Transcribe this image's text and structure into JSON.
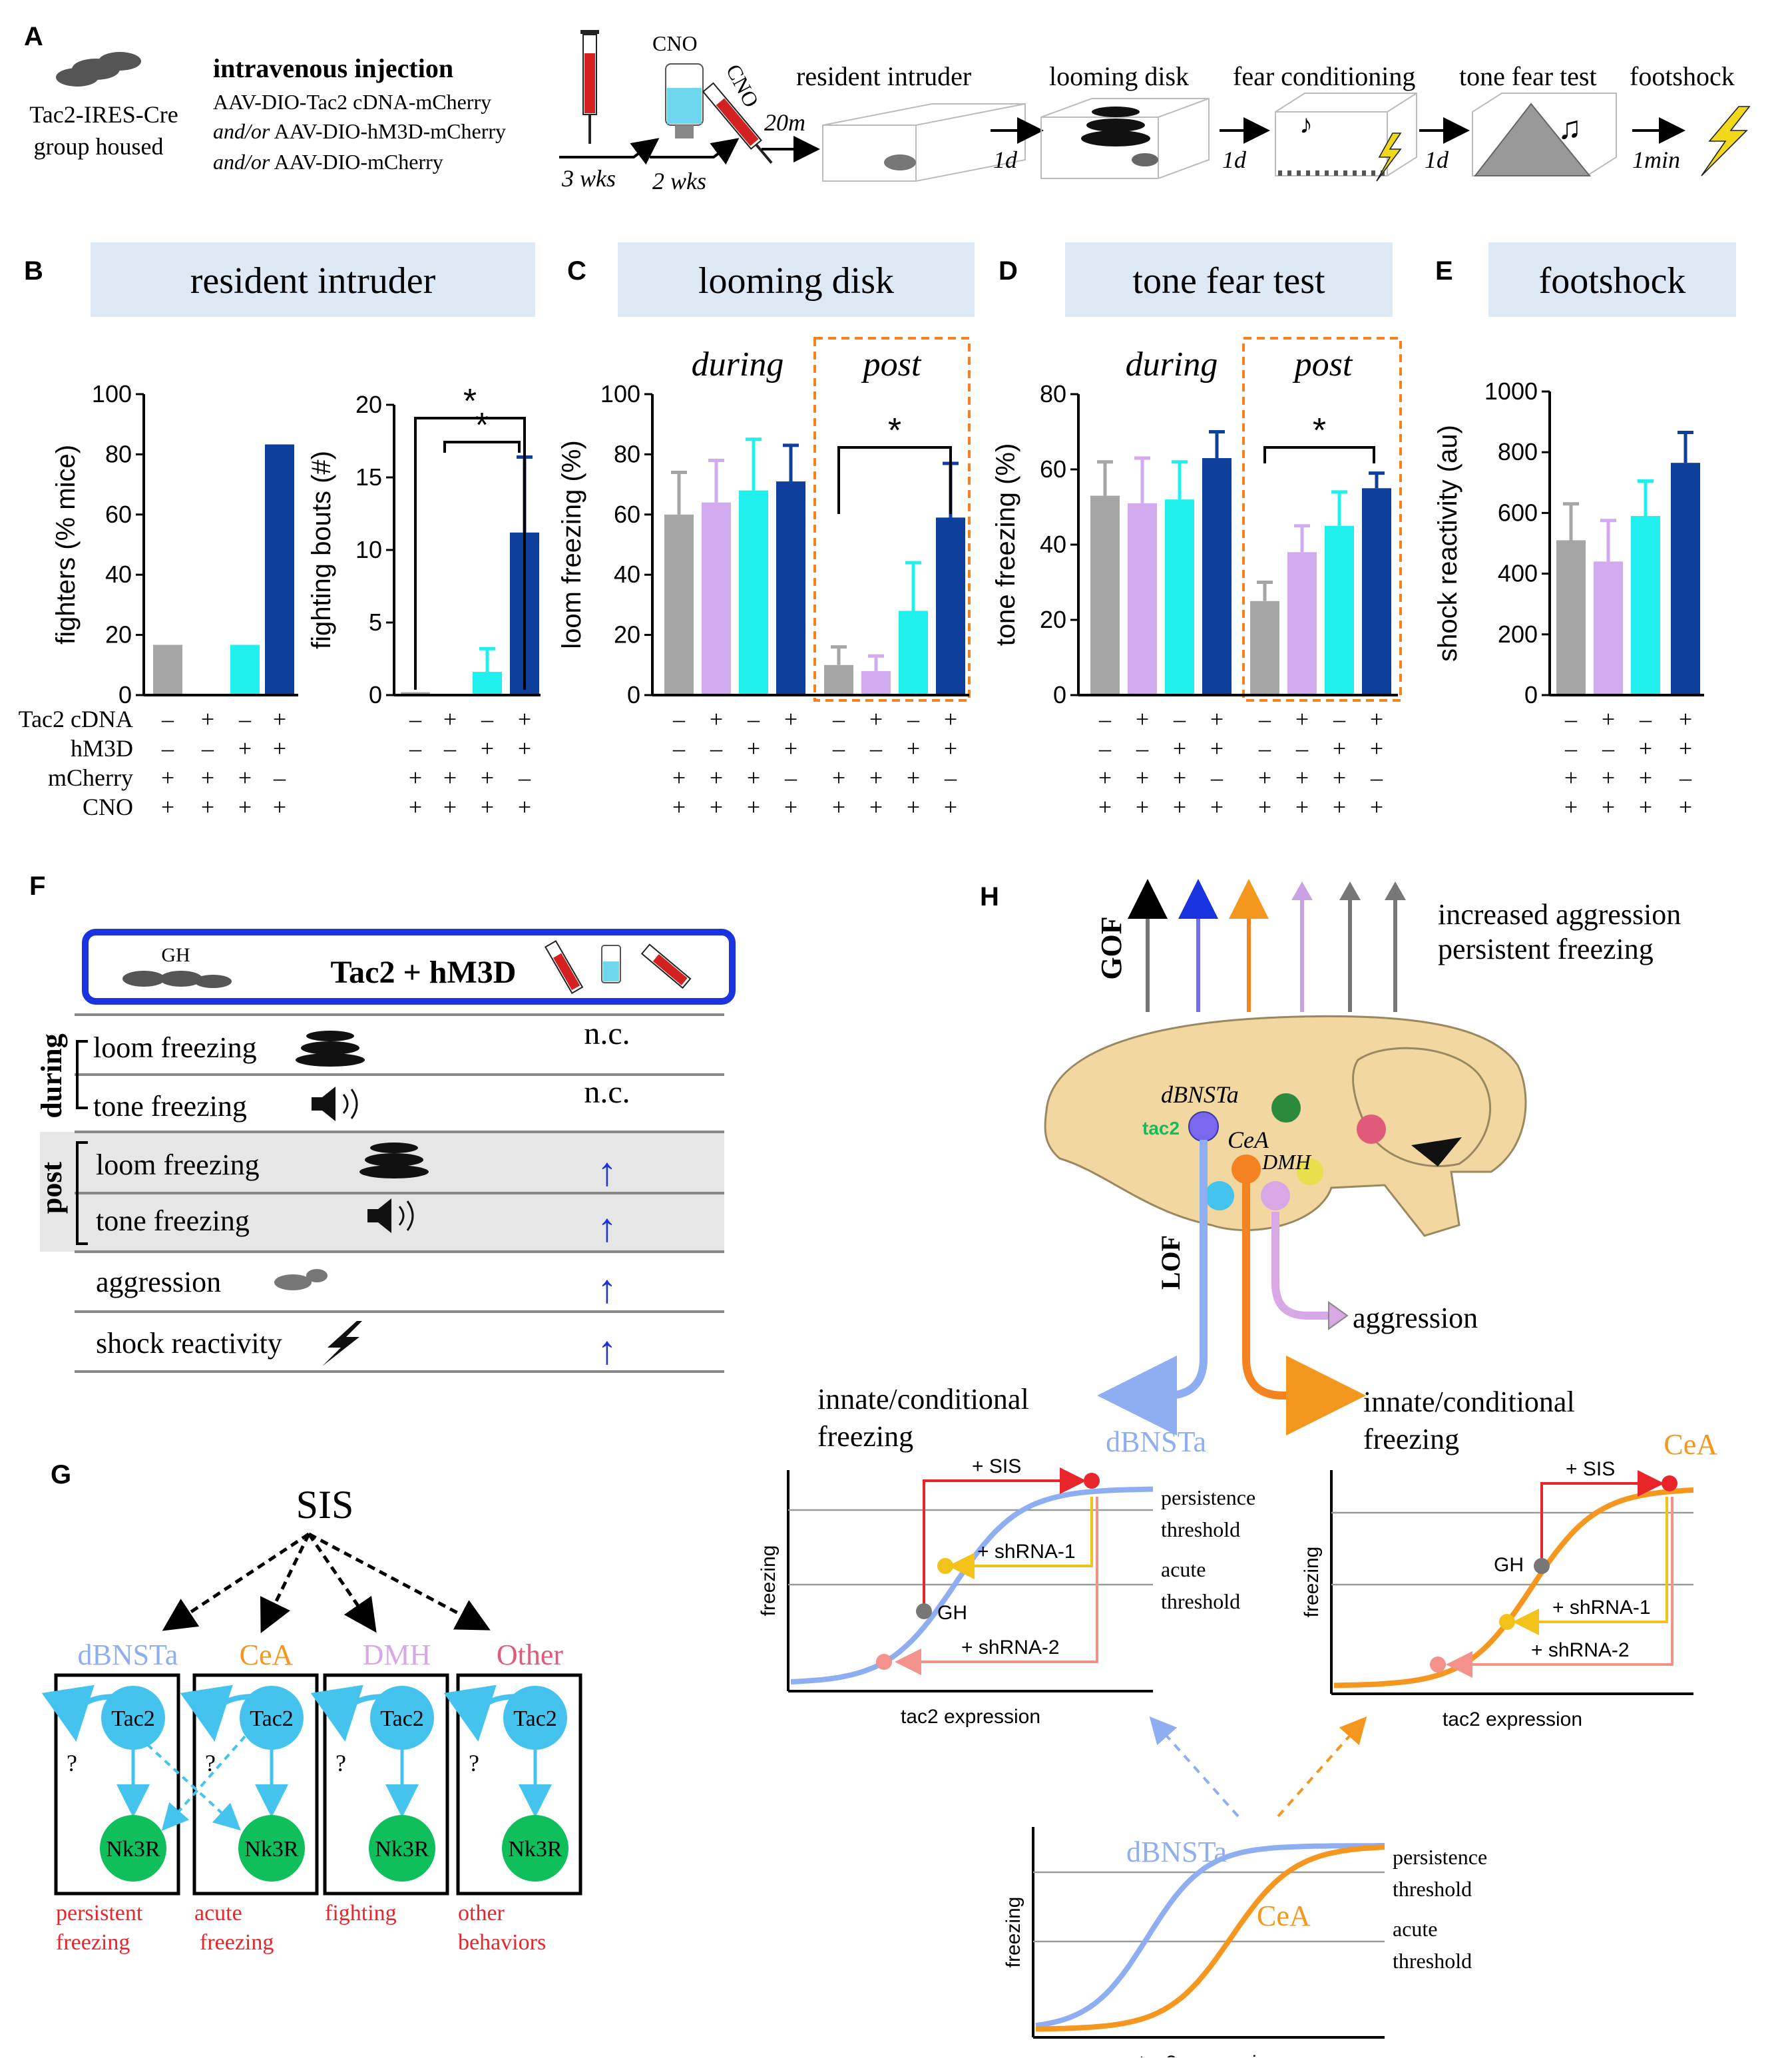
{
  "panels": {
    "A": "A",
    "B": "B",
    "C": "C",
    "D": "D",
    "E": "E",
    "F": "F",
    "G": "G",
    "H": "H"
  },
  "panelA": {
    "mouse_label1": "Tac2-IRES-Cre",
    "mouse_label2": "group housed",
    "injection_title": "intravenous injection",
    "vec1": "AAV-DIO-Tac2 cDNA-mCherry",
    "vec2_prefix": "and/or",
    "vec2": " AAV-DIO-hM3D-mCherry",
    "vec3_prefix": "and/or",
    "vec3": " AAV-DIO-mCherry",
    "wait1": "3 wks",
    "cno_label": "CNO",
    "wait2": "2 wks",
    "cno_label2": "CNO",
    "wait3": "20m",
    "step_ri": "resident intruder",
    "step_ld": "looming disk",
    "wait4": "1d",
    "step_fc": "fear conditioning",
    "wait5": "1d",
    "step_tft": "tone fear test",
    "wait6": "1d",
    "step_fs": "footshock",
    "wait7": "1min"
  },
  "headers": {
    "B": "resident intruder",
    "C": "looming disk",
    "D": "tone fear test",
    "E": "footshock"
  },
  "phase": {
    "during": "during",
    "post": "post"
  },
  "colors": {
    "gray": "#a6a6a6",
    "lilac": "#d2aaf0",
    "cyan": "#1ff0ee",
    "navy": "#0f3f9c",
    "header_bg": "#dce9f4",
    "orange": "#f58220",
    "red_text": "#e8252b",
    "dbnst_blue": "#8faef2",
    "cea_orange": "#f5961e",
    "dmh_pink": "#d7a7e6",
    "other_pink": "#e05a7a",
    "tac2_blue": "#44c3ee",
    "nk3r_green": "#0fbf5c"
  },
  "row_labels": {
    "tac2": "Tac2 cDNA",
    "hm3d": "hM3D",
    "mcherry": "mCherry",
    "cno": "CNO"
  },
  "conditions": [
    {
      "tac2": "–",
      "hm3d": "–",
      "mcherry": "+",
      "cno": "+"
    },
    {
      "tac2": "+",
      "hm3d": "–",
      "mcherry": "+",
      "cno": "+"
    },
    {
      "tac2": "–",
      "hm3d": "+",
      "mcherry": "+",
      "cno": "+"
    },
    {
      "tac2": "+",
      "hm3d": "+",
      "mcherry": "–",
      "cno": "+"
    }
  ],
  "sig": "*",
  "chart_data": [
    {
      "type": "bar",
      "panel": "B",
      "ylabel": "fighters (% mice)",
      "ylim": [
        0,
        100
      ],
      "yticks": [
        0,
        20,
        40,
        60,
        80,
        100
      ],
      "values": [
        16.7,
        0,
        16.7,
        83.3
      ],
      "errors": [
        0,
        0,
        0,
        0
      ]
    },
    {
      "type": "bar",
      "panel": "B",
      "ylabel": "fighting bouts (#)",
      "ylim": [
        0,
        20
      ],
      "yticks": [
        0,
        5,
        10,
        15,
        20
      ],
      "values": [
        0.2,
        0,
        1.6,
        11.2
      ],
      "errors": [
        0,
        0,
        1.6,
        5.2
      ]
    },
    {
      "type": "bar",
      "panel": "C",
      "ylabel": "loom freezing (%)",
      "ylim": [
        0,
        100
      ],
      "yticks": [
        0,
        20,
        40,
        60,
        80,
        100
      ],
      "during": [
        60,
        64,
        68,
        71
      ],
      "during_err": [
        14,
        14,
        17,
        12
      ],
      "post": [
        10,
        8,
        28,
        59
      ],
      "post_err": [
        6,
        5,
        16,
        18
      ]
    },
    {
      "type": "bar",
      "panel": "D",
      "ylabel": "tone freezing (%)",
      "ylim": [
        0,
        80
      ],
      "yticks": [
        0,
        20,
        40,
        60,
        80
      ],
      "during": [
        53,
        51,
        52,
        63
      ],
      "during_err": [
        9,
        12,
        10,
        7
      ],
      "post": [
        25,
        38,
        45,
        55
      ],
      "post_err": [
        5,
        7,
        9,
        4
      ]
    },
    {
      "type": "bar",
      "panel": "E",
      "ylabel": "shock reactivity (au)",
      "ylim": [
        0,
        1000
      ],
      "yticks": [
        0,
        200,
        400,
        600,
        800,
        1000
      ],
      "values": [
        510,
        440,
        590,
        765
      ],
      "errors": [
        120,
        135,
        115,
        100
      ]
    }
  ],
  "panelF": {
    "gh": "GH",
    "title": "Tac2 + hM3D",
    "group_during": "during",
    "group_post": "post",
    "rows": [
      {
        "label": "loom freezing",
        "value": "n.c."
      },
      {
        "label": "tone freezing",
        "value": "n.c."
      },
      {
        "label": "loom freezing",
        "value": "↑"
      },
      {
        "label": "tone freezing",
        "value": "↑"
      },
      {
        "label": "aggression",
        "value": "↑"
      },
      {
        "label": "shock reactivity",
        "value": "↑"
      }
    ]
  },
  "panelG": {
    "title": "SIS",
    "regions": [
      "dBNSTa",
      "CeA",
      "DMH",
      "Other"
    ],
    "tac2": "Tac2",
    "nk3r": "Nk3R",
    "q": "?",
    "outcomes": [
      [
        "persistent",
        "freezing"
      ],
      [
        "acute",
        "freezing"
      ],
      [
        "fighting",
        ""
      ],
      [
        "other",
        "behaviors"
      ]
    ]
  },
  "panelH": {
    "gof": "GOF",
    "lof": "LOF",
    "legend1": "increased aggression",
    "legend2": "persistent freezing",
    "dbnsta": "dBNSTa",
    "tac2": "tac2",
    "cea": "CeA",
    "dmh": "DMH",
    "aggression": "aggression",
    "icf1": "innate/conditional",
    "icf2": "freezing",
    "sis": "+ SIS",
    "sh1": "+ shRNA-1",
    "sh2": "+ shRNA-2",
    "gh": "GH",
    "persist1": "persistence",
    "persist2": "threshold",
    "acute1": "acute",
    "acute2": "threshold",
    "ylabel": "freezing",
    "xlabel": "tac2 expression"
  }
}
